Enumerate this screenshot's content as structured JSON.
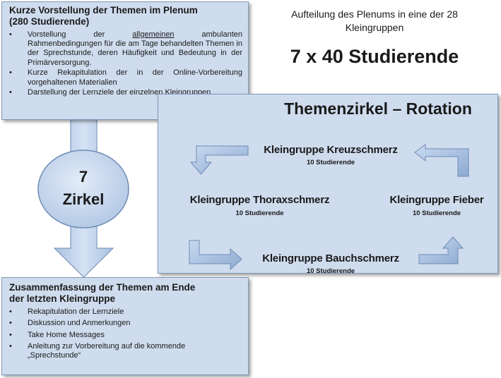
{
  "plenum": {
    "title": "Kurze Vorstellung der Themen im Plenum",
    "subtitle": "(280 Studierende)",
    "items": [
      {
        "pre": "Vorstellung der ",
        "underline": "allgemeinen",
        "post": " ambulanten Rahmenbedingungen für die am Tage behandelten Themen in der Sprechstunde, deren Häufigkeit und Bedeutung in der Primärversorgung."
      },
      {
        "pre": "Kurze Rekapitulation der in der Online-Vorbereitung vorgehaltenen Materialien",
        "underline": "",
        "post": ""
      },
      {
        "pre": "Darstellung der Lernziele der einzelnen Kleingruppen",
        "underline": "",
        "post": ""
      }
    ]
  },
  "division": {
    "text_line1": "Aufteilung des Plenums in eine der 28",
    "text_line2": "Kleingruppen",
    "headline": "7 x 40 Studierende"
  },
  "circle": {
    "number": "7",
    "label": "Zirkel"
  },
  "rotation": {
    "title": "Themenzirkel – Rotation",
    "groups": [
      {
        "name": "Kleingruppe Kreuzschmerz",
        "count": "10 Studierende"
      },
      {
        "name": "Kleingruppe Thoraxschmerz",
        "count": "10 Studierende"
      },
      {
        "name": "Kleingruppe Fieber",
        "count": "10 Studierende"
      },
      {
        "name": "Kleingruppe Bauchschmerz",
        "count": "10 Studierende"
      }
    ]
  },
  "summary": {
    "title_line1": "Zusammenfassung der Themen am Ende",
    "title_line2": "der letzten Kleingruppe",
    "items": [
      "Rekapitulation der Lernziele",
      "Diskussion und Anmerkungen",
      "Take Home Messages",
      "Anleitung zur Vorbereitung auf die kommende „Sprechstunde“"
    ]
  },
  "colors": {
    "box_fill": "#cfdcee",
    "box_border": "#7f98b8",
    "arrow_fill": "#b8cde8",
    "arrow_stroke": "#7d98bc"
  }
}
